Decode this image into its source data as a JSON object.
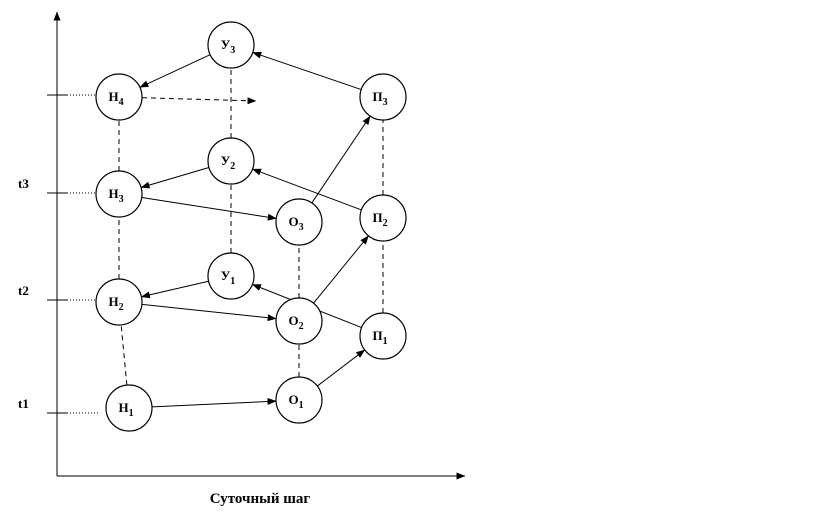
{
  "axis": {
    "x_label": "Суточный шаг",
    "y_ticks": [
      {
        "key": "t1",
        "label": "t1"
      },
      {
        "key": "t2",
        "label": "t2"
      },
      {
        "key": "t3",
        "label": "t3"
      },
      {
        "key": "t4",
        "label": ""
      }
    ]
  },
  "nodes": [
    {
      "id": "H1",
      "base": "Н",
      "sub": "1"
    },
    {
      "id": "H2",
      "base": "Н",
      "sub": "2"
    },
    {
      "id": "H3",
      "base": "Н",
      "sub": "3"
    },
    {
      "id": "H4",
      "base": "Н",
      "sub": "4"
    },
    {
      "id": "Y1",
      "base": "У",
      "sub": "1"
    },
    {
      "id": "Y2",
      "base": "У",
      "sub": "2"
    },
    {
      "id": "Y3",
      "base": "У",
      "sub": "3"
    },
    {
      "id": "O1",
      "base": "О",
      "sub": "1"
    },
    {
      "id": "O2",
      "base": "О",
      "sub": "2"
    },
    {
      "id": "O3",
      "base": "О",
      "sub": "3"
    },
    {
      "id": "P1",
      "base": "П",
      "sub": "1"
    },
    {
      "id": "P2",
      "base": "П",
      "sub": "2"
    },
    {
      "id": "P3",
      "base": "П",
      "sub": "3"
    }
  ],
  "arrows": [
    {
      "from": "H1",
      "to": "O1",
      "style": "solid"
    },
    {
      "from": "H2",
      "to": "O2",
      "style": "solid"
    },
    {
      "from": "H3",
      "to": "O3",
      "style": "solid"
    },
    {
      "from": "H4",
      "to": "",
      "style": "dashed"
    },
    {
      "from": "O1",
      "to": "P1",
      "style": "solid"
    },
    {
      "from": "O2",
      "to": "P2",
      "style": "solid"
    },
    {
      "from": "O3",
      "to": "P3",
      "style": "solid"
    },
    {
      "from": "P1",
      "to": "Y1",
      "style": "solid"
    },
    {
      "from": "P2",
      "to": "Y2",
      "style": "solid"
    },
    {
      "from": "P3",
      "to": "Y3",
      "style": "solid"
    },
    {
      "from": "Y1",
      "to": "H2",
      "style": "solid"
    },
    {
      "from": "Y2",
      "to": "H3",
      "style": "solid"
    },
    {
      "from": "Y3",
      "to": "H4",
      "style": "solid"
    }
  ],
  "dashed_links": [
    [
      "H1",
      "H2"
    ],
    [
      "H2",
      "H3"
    ],
    [
      "H3",
      "H4"
    ],
    [
      "O1",
      "O2"
    ],
    [
      "O2",
      "O3"
    ],
    [
      "P1",
      "P2"
    ],
    [
      "P2",
      "P3"
    ],
    [
      "Y1",
      "Y2"
    ],
    [
      "Y2",
      "Y3"
    ]
  ]
}
